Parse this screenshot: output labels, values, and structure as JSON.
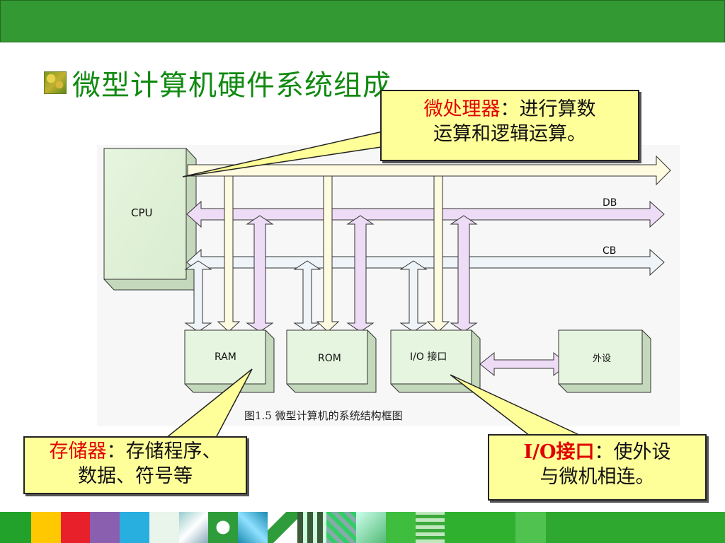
{
  "slide": {
    "title": "微型计算机硬件系统组成"
  },
  "diagram": {
    "cpu_label": "CPU",
    "bus_labels": {
      "db": "DB",
      "cb": "CB"
    },
    "blocks": {
      "ram": "RAM",
      "rom": "ROM",
      "io": "I/O 接口",
      "peripheral": "外设"
    },
    "caption": "图1.5  微型计算机的系统结构框图"
  },
  "callouts": {
    "processor": {
      "title": "微处理器",
      "sep": "：",
      "text1": "进行算数",
      "text2": "运算和逻辑运算。"
    },
    "memory": {
      "title": "存储器",
      "sep": "：",
      "text1": "存储程序、",
      "text2": "数据、符号等"
    },
    "io": {
      "title": "I/O接口",
      "sep": "：",
      "text1": "使外设",
      "text2": "与微机相连。"
    }
  },
  "colors": {
    "header_green": "#339933",
    "title_green": "#118a11",
    "callout_bg": "#ffff99",
    "highlight_red": "#e00000",
    "block_green": "#e6f5df",
    "ab_bus": "#fffbe0",
    "db_bus": "#eedcf6",
    "cb_bus": "#eef4f8"
  }
}
